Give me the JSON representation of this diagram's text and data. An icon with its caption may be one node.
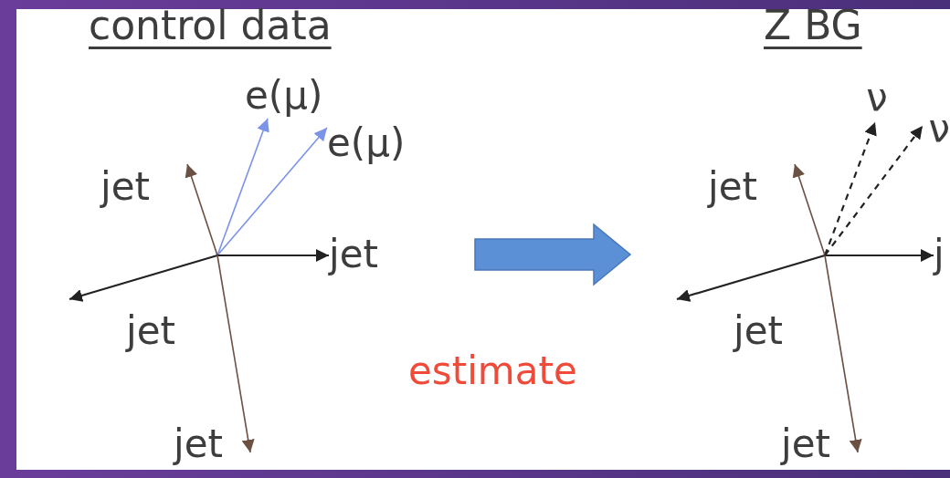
{
  "diagram": {
    "nodes": [
      {
        "text": [
          "e(μ)"
        ]
      },
      {
        "text": [
          "e(μ)"
        ]
      },
      {
        "text": [
          "jet"
        ]
      },
      {
        "text": [
          "jet"
        ]
      },
      {
        "text": [
          "jet"
        ]
      },
      {
        "text": [
          "jet"
        ]
      },
      {
        "text": [
          "ν"
        ]
      },
      {
        "text": [
          "ν"
        ]
      },
      {
        "text": [
          "jet"
        ]
      },
      {
        "text": [
          "j"
        ]
      },
      {
        "text": [
          "jet"
        ]
      },
      {
        "text": [
          "jet"
        ]
      }
    ],
    "edges": [
      {
        "from": null,
        "to": 0,
        "arrow": "to",
        "color": "#7b93e8"
      },
      {
        "from": null,
        "to": 1,
        "arrow": "to",
        "color": "#7b93e8"
      },
      {
        "from": null,
        "to": 2,
        "arrow": "to",
        "color": "#6b5044"
      },
      {
        "from": null,
        "to": 3,
        "arrow": "to"
      },
      {
        "from": null,
        "to": 4,
        "arrow": "to"
      },
      {
        "from": null,
        "to": 5,
        "arrow": "to",
        "color": "#6b5044"
      },
      {
        "from": null,
        "to": 6,
        "arrow": "to",
        "style": "dashed"
      },
      {
        "from": null,
        "to": 7,
        "arrow": "to",
        "style": "dashed"
      },
      {
        "from": null,
        "to": 8,
        "arrow": "to",
        "color": "#6b5044"
      },
      {
        "from": null,
        "to": 9,
        "arrow": "to"
      },
      {
        "from": null,
        "to": 10,
        "arrow": "to"
      },
      {
        "from": null,
        "to": 11,
        "arrow": "to",
        "color": "#6b5044"
      }
    ],
    "labels": [
      "control data",
      "Z BG",
      "estimate"
    ]
  }
}
